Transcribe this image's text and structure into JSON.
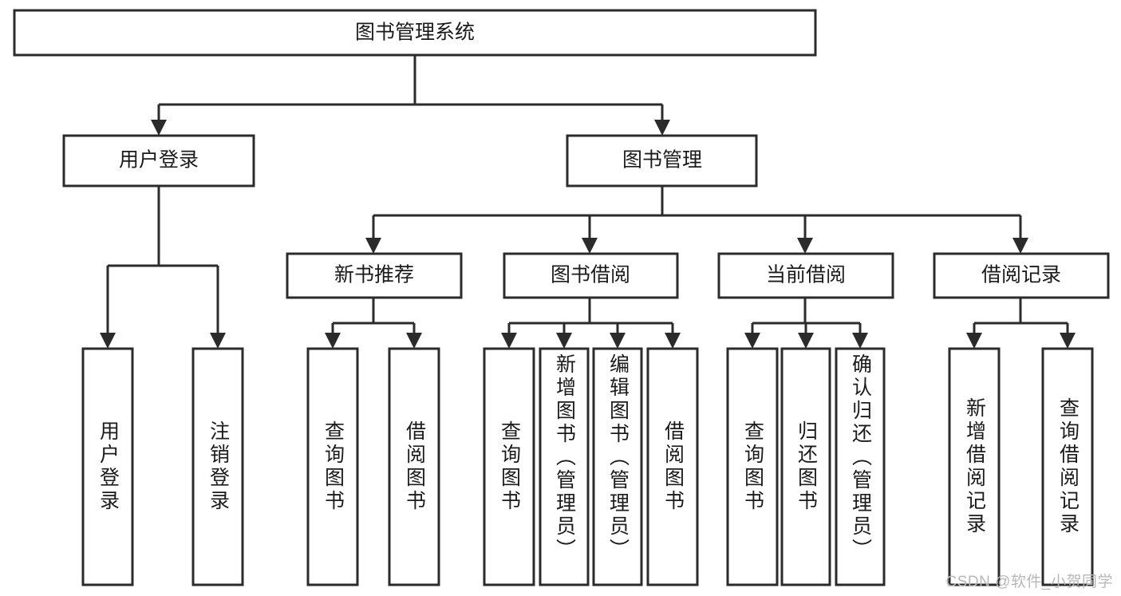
{
  "diagram": {
    "type": "tree-hierarchy-chart",
    "title": "图书管理系统",
    "watermark": "CSDN @软件_小贺同学",
    "colors": {
      "box_stroke": "#2b2b2b",
      "box_fill": "#ffffff",
      "text": "#1b1b1b",
      "background": "#ffffff",
      "watermark": "#b8b8b8"
    },
    "levels": [
      {
        "level": 1,
        "nodes": [
          {
            "id": "root",
            "label": "图书管理系统",
            "orientation": "horizontal"
          }
        ]
      },
      {
        "level": 2,
        "nodes": [
          {
            "id": "login",
            "label": "用户登录",
            "orientation": "horizontal",
            "parent": "root"
          },
          {
            "id": "bookmgmt",
            "label": "图书管理",
            "orientation": "horizontal",
            "parent": "root"
          }
        ]
      },
      {
        "level": 3,
        "nodes": [
          {
            "id": "newbook",
            "label": "新书推荐",
            "orientation": "horizontal",
            "parent": "bookmgmt"
          },
          {
            "id": "borrow",
            "label": "图书借阅",
            "orientation": "horizontal",
            "parent": "bookmgmt"
          },
          {
            "id": "current",
            "label": "当前借阅",
            "orientation": "horizontal",
            "parent": "bookmgmt"
          },
          {
            "id": "records",
            "label": "借阅记录",
            "orientation": "horizontal",
            "parent": "bookmgmt"
          }
        ]
      },
      {
        "level": 4,
        "nodes": [
          {
            "id": "leaf-user-login",
            "label": "用户登录",
            "orientation": "vertical",
            "parent": "login"
          },
          {
            "id": "leaf-logout",
            "label": "注销登录",
            "orientation": "vertical",
            "parent": "login"
          },
          {
            "id": "leaf-query-book-1",
            "label": "查询图书",
            "orientation": "vertical",
            "parent": "newbook"
          },
          {
            "id": "leaf-borrow-book-1",
            "label": "借阅图书",
            "orientation": "vertical",
            "parent": "newbook"
          },
          {
            "id": "leaf-query-book-2",
            "label": "查询图书",
            "orientation": "vertical",
            "parent": "borrow"
          },
          {
            "id": "leaf-add-book",
            "label": "新增图书（管理员）",
            "orientation": "vertical",
            "parent": "borrow"
          },
          {
            "id": "leaf-edit-book",
            "label": "编辑图书（管理员）",
            "orientation": "vertical",
            "parent": "borrow"
          },
          {
            "id": "leaf-borrow-book-2",
            "label": "借阅图书",
            "orientation": "vertical",
            "parent": "borrow"
          },
          {
            "id": "leaf-query-book-3",
            "label": "查询图书",
            "orientation": "vertical",
            "parent": "current"
          },
          {
            "id": "leaf-return-book",
            "label": "归还图书",
            "orientation": "vertical",
            "parent": "current"
          },
          {
            "id": "leaf-confirm-return",
            "label": "确认归还（管理员）",
            "orientation": "vertical",
            "parent": "current"
          },
          {
            "id": "leaf-add-record",
            "label": "新增借阅记录",
            "orientation": "vertical",
            "parent": "records"
          },
          {
            "id": "leaf-query-record",
            "label": "查询借阅记录",
            "orientation": "vertical",
            "parent": "records"
          }
        ]
      }
    ]
  }
}
